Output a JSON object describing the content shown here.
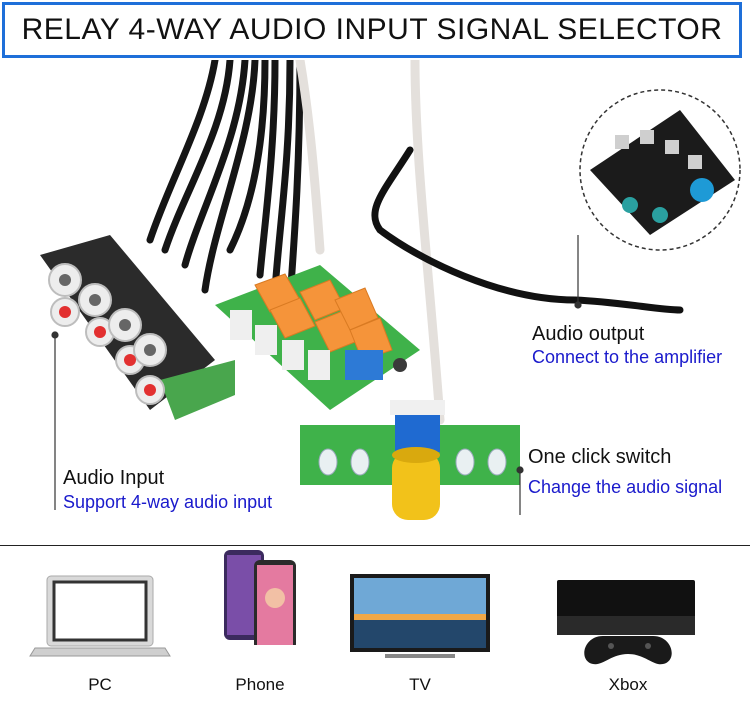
{
  "title": "RELAY 4-WAY AUDIO INPUT SIGNAL SELECTOR",
  "labels": {
    "audio_output": {
      "main": "Audio output",
      "sub": "Connect to the amplifier"
    },
    "one_click": {
      "main": "One click switch",
      "sub": "Change the audio signal"
    },
    "audio_input": {
      "main": "Audio Input",
      "sub": "Support 4-way audio input"
    }
  },
  "devices": [
    {
      "name": "PC",
      "icon": "laptop-icon"
    },
    {
      "name": "Phone",
      "icon": "smartphone-icon"
    },
    {
      "name": "TV",
      "icon": "tv-icon"
    },
    {
      "name": "Xbox",
      "icon": "game-console-icon"
    }
  ],
  "colors": {
    "frame": "#1e6fd9",
    "sub_text": "#1a1acc",
    "relay": "#f5943a",
    "pcb": "#3fb24a",
    "knob": "#f2c21a"
  }
}
